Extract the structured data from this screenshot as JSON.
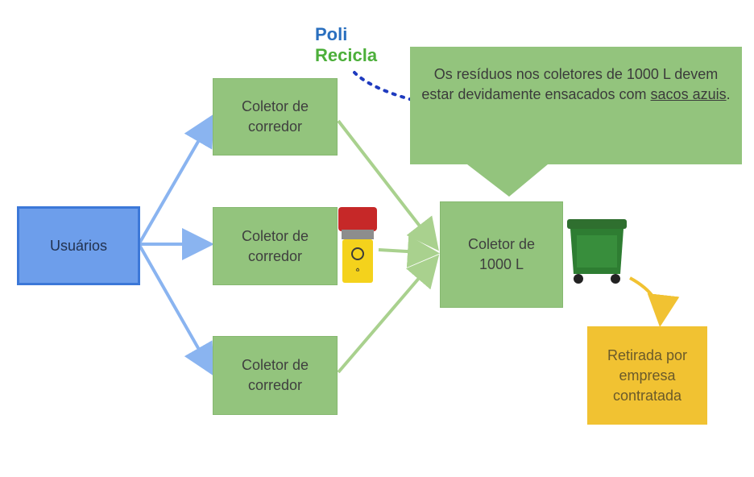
{
  "nodes": {
    "users": "Usuários",
    "corridor1": "Coletor de\ncorredor",
    "corridor2": "Coletor de\ncorredor",
    "corridor3": "Coletor de\ncorredor",
    "big_collector": "Coletor de\n1000 L",
    "pickup": "Retirada por\nempresa\ncontratada"
  },
  "callout": {
    "text": "Os resíduos nos coletores de 1000 L devem estar devidamente ensacados com ",
    "emphasis": "sacos azuis",
    "tail": "."
  },
  "logo": {
    "line1": "Poli",
    "line2": "Recicla"
  },
  "colors": {
    "green": "#93c47d",
    "blue": "#6d9eeb",
    "yellow": "#f1c232",
    "arrow_blue": "#8ab4f0",
    "arrow_green": "#a9d18e"
  },
  "icons": [
    "recycling-bin-icon",
    "wheelie-bin-icon"
  ]
}
